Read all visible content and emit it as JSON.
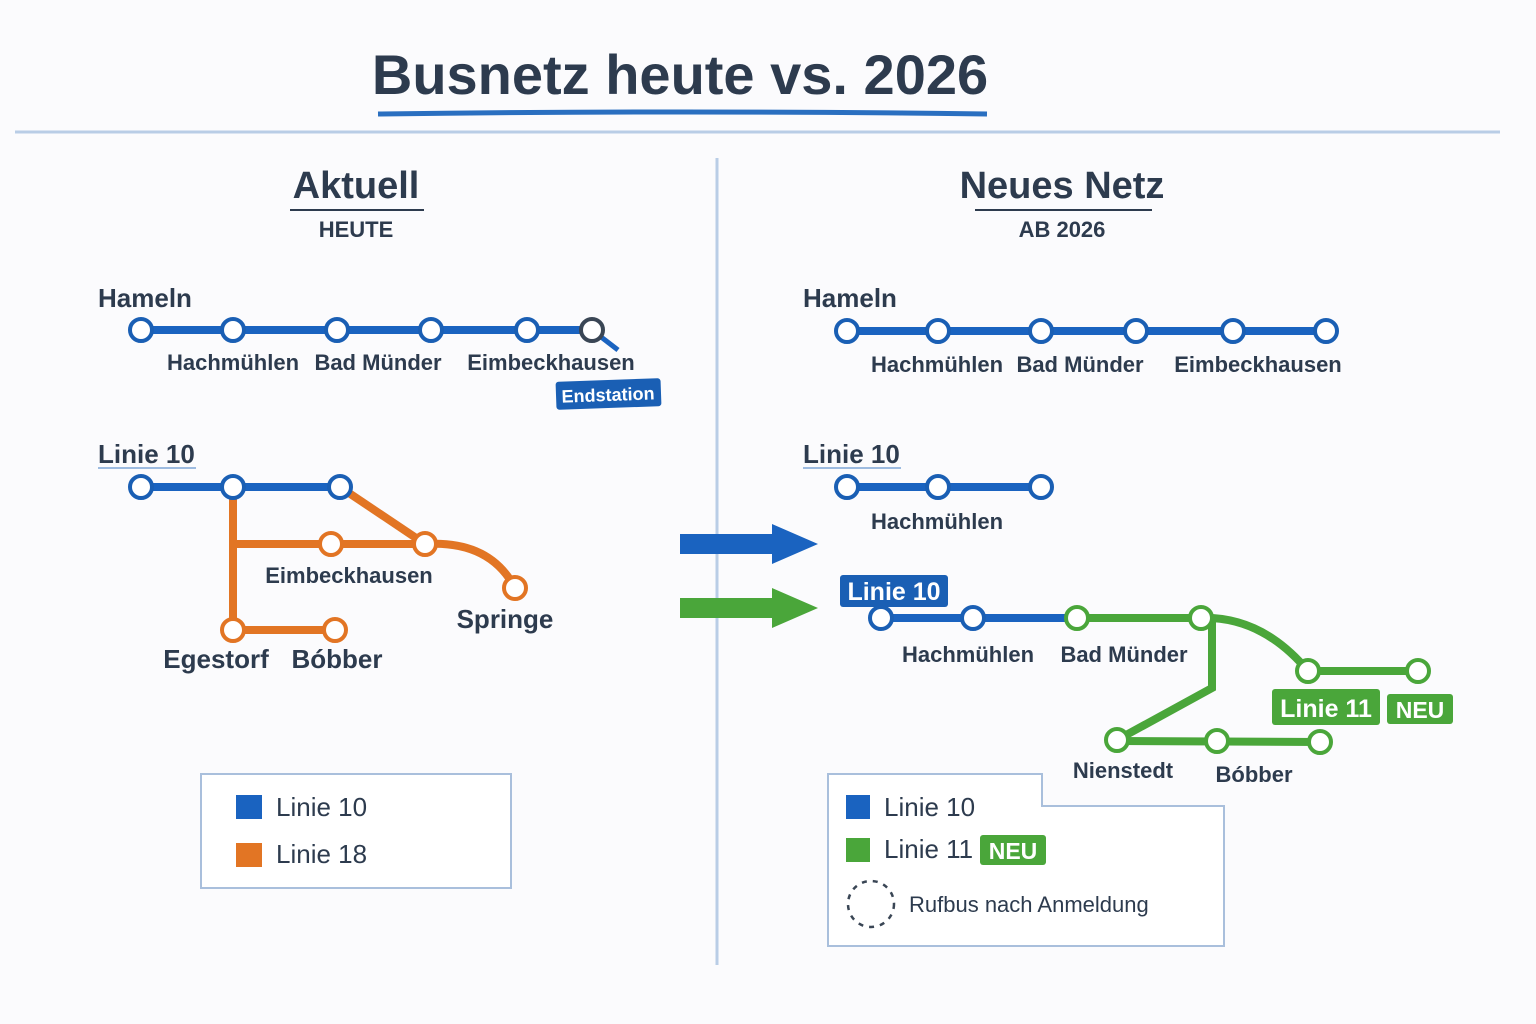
{
  "title": "Busnetz heute vs. 2026",
  "colors": {
    "linie10": "#1a63c0",
    "linie18": "#e27524",
    "linie11": "#4aa63a",
    "text": "#2d3b4e"
  },
  "left": {
    "heading": "Aktuell",
    "subheading": "HEUTE",
    "route1": {
      "label": "Hameln",
      "stations": [
        "Hachmühlen",
        "Bad Münder",
        "Eimbeckhausen"
      ],
      "badge": "Endstation"
    },
    "route2": {
      "label": "Linie 10",
      "stations": [
        "Eimbeckhausen",
        "Springe",
        "Egestorf",
        "Bóbber"
      ]
    },
    "legend": [
      {
        "label": "Linie 10"
      },
      {
        "label": "Linie 18"
      }
    ]
  },
  "right": {
    "heading": "Neues Netz",
    "subheading": "AB 2026",
    "route1": {
      "label": "Hameln",
      "stations": [
        "Hachmühlen",
        "Bad Münder",
        "Eimbeckhausen"
      ]
    },
    "route2": {
      "label": "Linie 10",
      "stations": [
        "Hachmühlen"
      ]
    },
    "route3": {
      "badge_linie10": "Linie 10",
      "badge_linie11": "Linie 11",
      "badge_new": "NEU",
      "stations": [
        "Hachmühlen",
        "Bad Münder",
        "Nienstedt",
        "Bóbber"
      ]
    },
    "legend": {
      "linie10": "Linie 10",
      "linie11": "Linie 11",
      "new": "NEU",
      "rufbus": "Rufbus nach Anmeldung"
    }
  }
}
